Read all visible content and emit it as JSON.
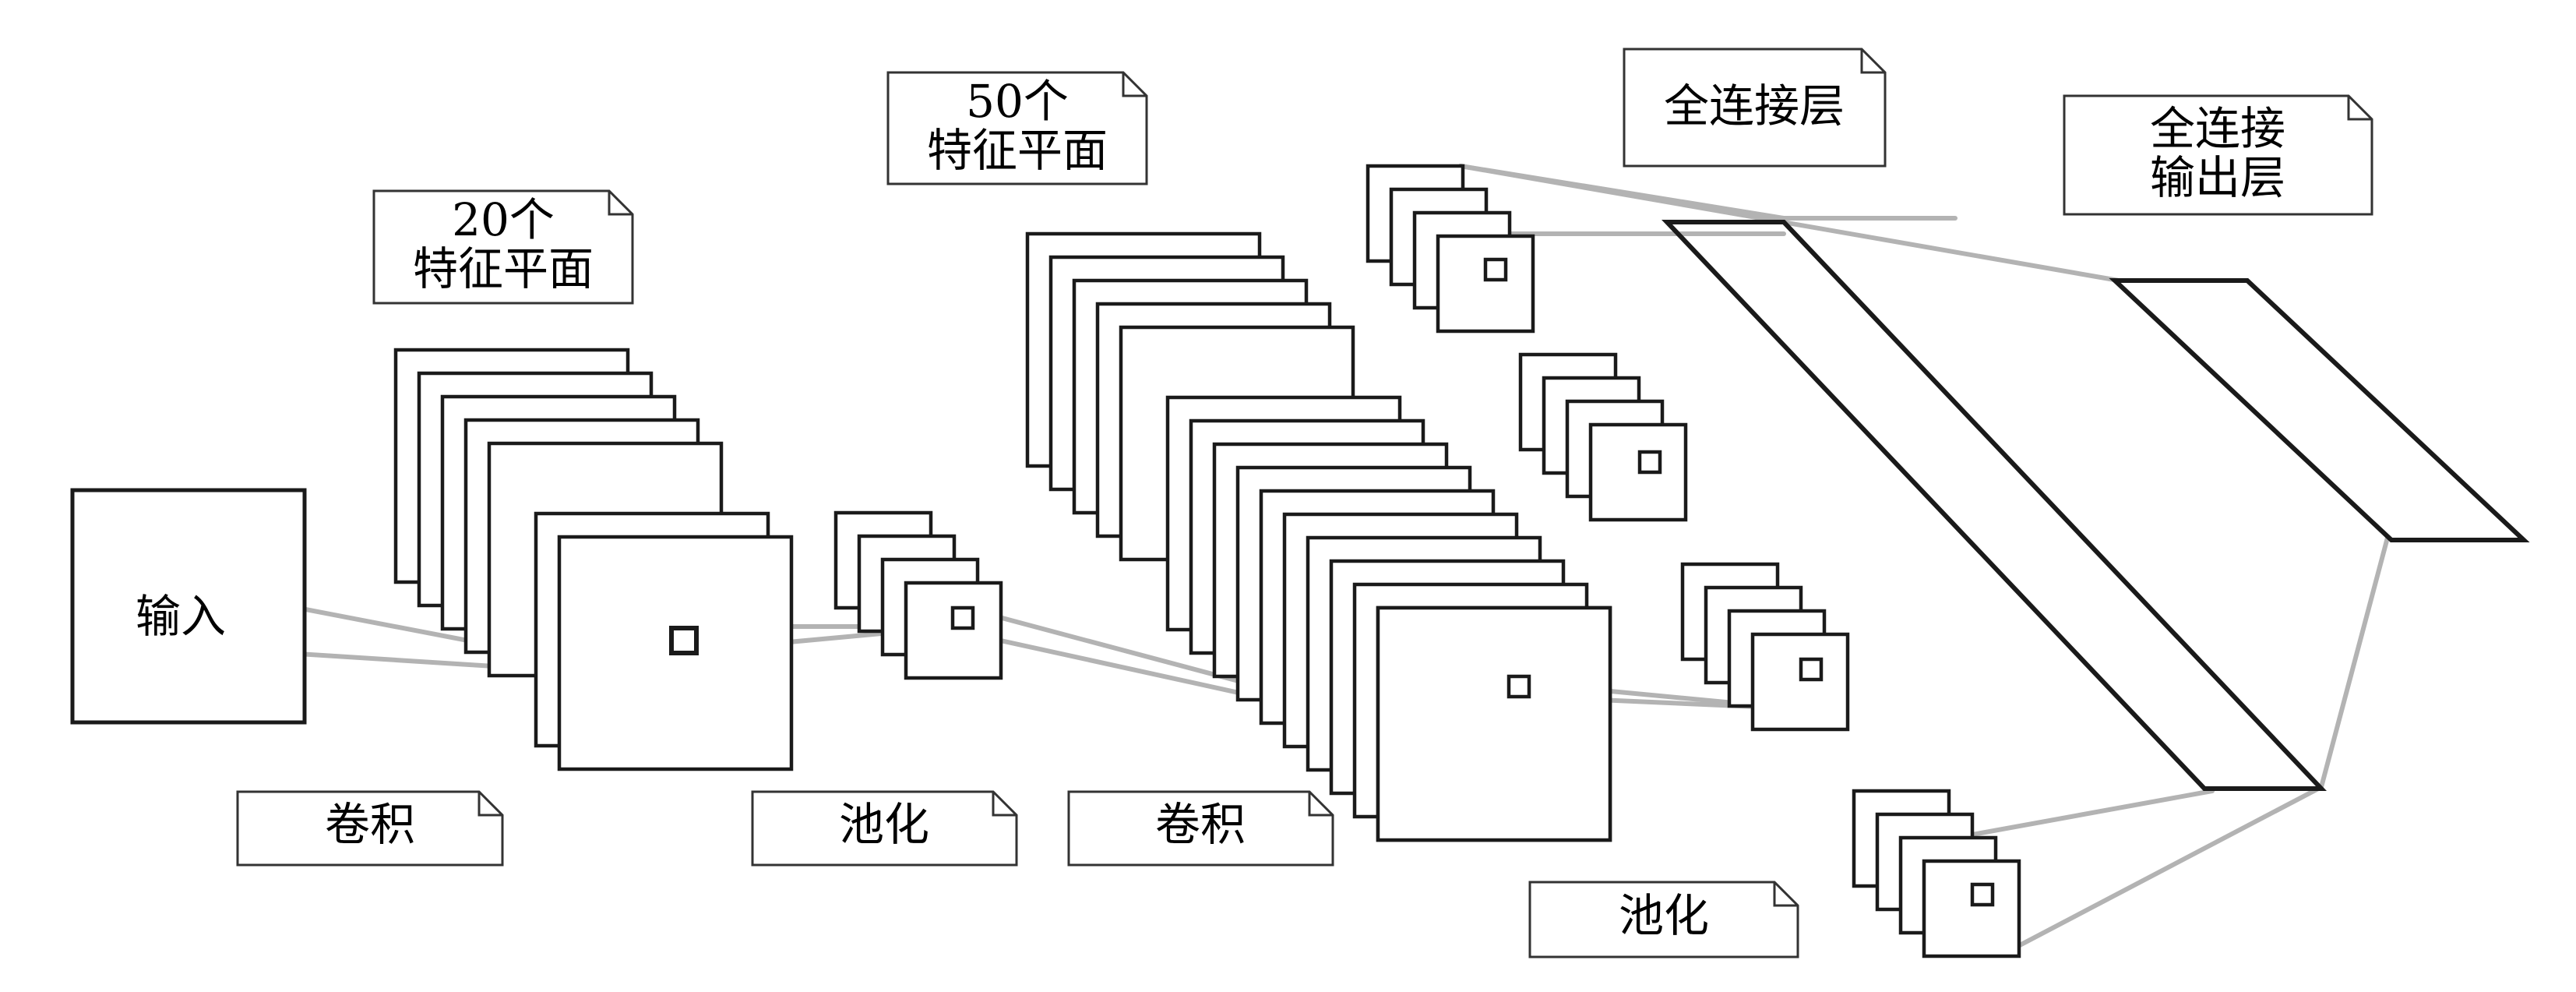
{
  "input_label": "输入",
  "notes": {
    "fm1": {
      "line1": "20个",
      "line2": "特征平面"
    },
    "fm2": {
      "line1": "50个",
      "line2": "特征平面"
    },
    "fc_hidden": {
      "line1": "全连接层"
    },
    "fc_output": {
      "line1": "全连接",
      "line2": "输出层"
    },
    "conv1": {
      "line1": "卷积"
    },
    "pool1": {
      "line1": "池化"
    },
    "conv2": {
      "line1": "卷积"
    },
    "pool2": {
      "line1": "池化"
    }
  },
  "colors": {
    "stroke": "#1a1a1a",
    "connector": "#b3b3b3"
  }
}
